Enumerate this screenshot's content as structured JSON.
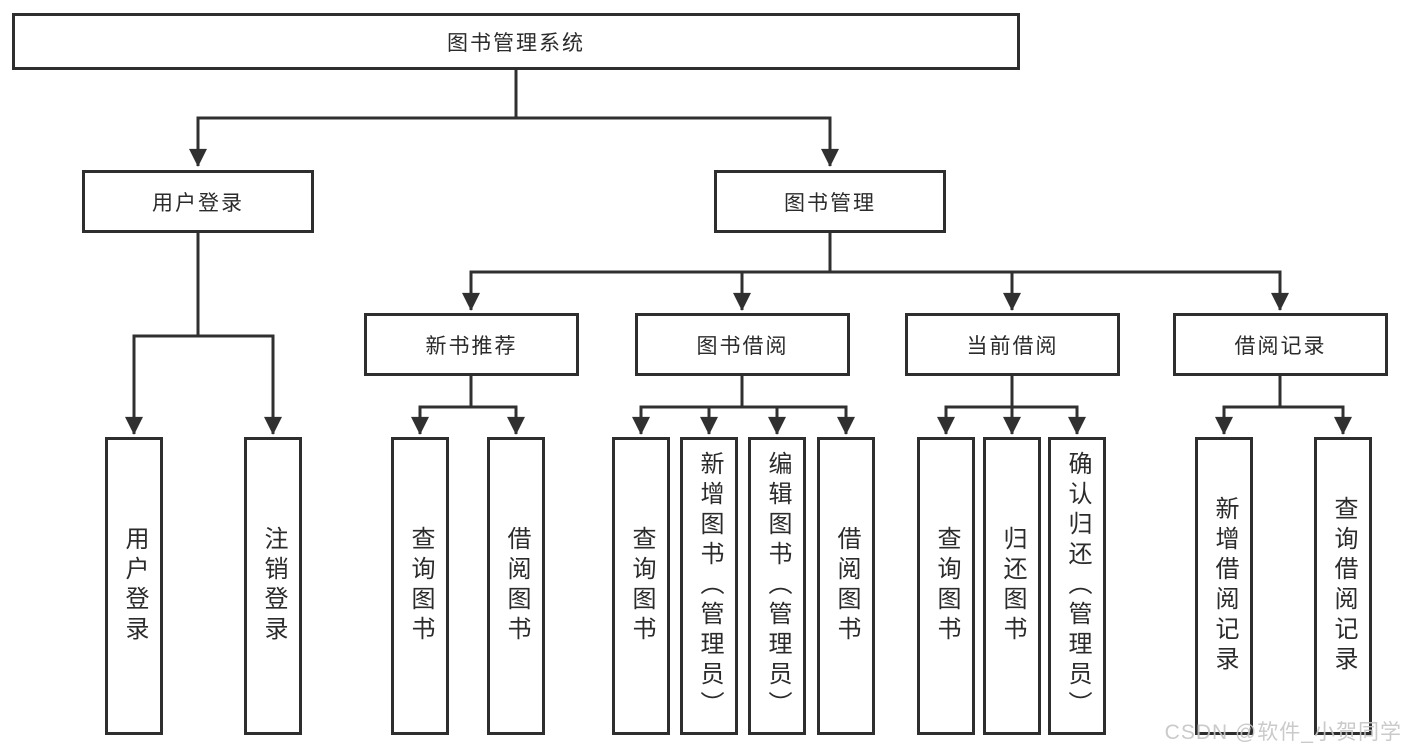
{
  "diagram": {
    "title": "图书管理系统",
    "root": {
      "label": "图书管理系统"
    },
    "branches": [
      {
        "label": "用户登录"
      },
      {
        "label": "图书管理"
      }
    ],
    "modules": [
      {
        "label": "新书推荐",
        "parent": "图书管理"
      },
      {
        "label": "图书借阅",
        "parent": "图书管理"
      },
      {
        "label": "当前借阅",
        "parent": "图书管理"
      },
      {
        "label": "借阅记录",
        "parent": "图书管理"
      }
    ],
    "leaves": [
      {
        "label": "用户登录",
        "parent": "用户登录"
      },
      {
        "label": "注销登录",
        "parent": "用户登录"
      },
      {
        "label": "查询图书",
        "parent": "新书推荐"
      },
      {
        "label": "借阅图书",
        "parent": "新书推荐"
      },
      {
        "label": "查询图书",
        "parent": "图书借阅"
      },
      {
        "label": "新增图书（管理员）",
        "parent": "图书借阅"
      },
      {
        "label": "编辑图书（管理员）",
        "parent": "图书借阅"
      },
      {
        "label": "借阅图书",
        "parent": "图书借阅"
      },
      {
        "label": "查询图书",
        "parent": "当前借阅"
      },
      {
        "label": "归还图书",
        "parent": "当前借阅"
      },
      {
        "label": "确认归还（管理员）",
        "parent": "当前借阅"
      },
      {
        "label": "新增借阅记录",
        "parent": "借阅记录"
      },
      {
        "label": "查询借阅记录",
        "parent": "借阅记录"
      }
    ]
  },
  "watermark": {
    "text": "CSDN @软件_小贺同学"
  },
  "colors": {
    "line": "#303030",
    "box_border": "#2e2e2e",
    "box_fill": "#ffffff",
    "text": "#2b2b2b",
    "watermark": "#c5c5c5"
  }
}
